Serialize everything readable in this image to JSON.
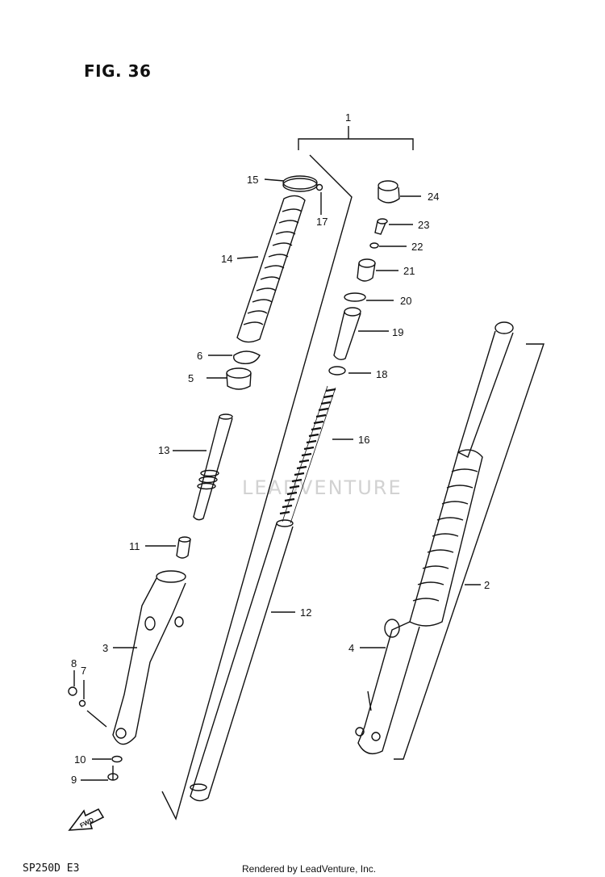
{
  "figure": {
    "title": "FIG. 36",
    "model": "SP250D  E3",
    "credit": "Rendered by LeadVenture, Inc.",
    "watermark": "LEADVENTURE"
  },
  "callouts": [
    {
      "n": "1"
    },
    {
      "n": "2"
    },
    {
      "n": "3"
    },
    {
      "n": "4"
    },
    {
      "n": "5"
    },
    {
      "n": "6"
    },
    {
      "n": "7"
    },
    {
      "n": "8"
    },
    {
      "n": "9"
    },
    {
      "n": "10"
    },
    {
      "n": "11"
    },
    {
      "n": "12"
    },
    {
      "n": "13"
    },
    {
      "n": "14"
    },
    {
      "n": "15"
    },
    {
      "n": "16"
    },
    {
      "n": "17"
    },
    {
      "n": "18"
    },
    {
      "n": "19"
    },
    {
      "n": "20"
    },
    {
      "n": "21"
    },
    {
      "n": "22"
    },
    {
      "n": "23"
    },
    {
      "n": "24"
    }
  ],
  "direction_marker": "FWD"
}
